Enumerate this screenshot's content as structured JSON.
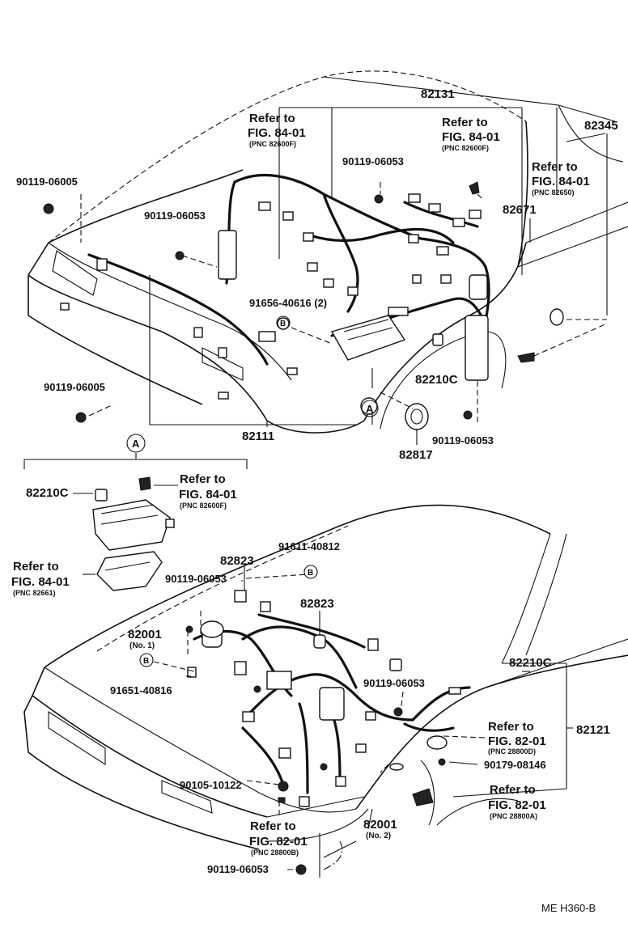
{
  "labels": {
    "p82131": "82131",
    "p82345": "82345",
    "p82671": "82671",
    "p82111": "82111",
    "p82817": "82817",
    "p82210c_a": "82210C",
    "p82210c_b": "82210C",
    "p82210c_c": "82210C",
    "p82823_a": "82823",
    "p82823_b": "82823",
    "p82121": "82121",
    "p90119_06005_a": "90119-06005",
    "p90119_06005_b": "90119-06005",
    "p90119_06053_a": "90119-06053",
    "p90119_06053_b": "90119-06053",
    "p90119_06053_c": "90119-06053",
    "p90119_06053_d": "90119-06053",
    "p90119_06053_e": "90119-06053",
    "p90119_06053_f": "90119-06053",
    "p91656_40616": "91656-40616 (2)",
    "p91611_40812": "91611-40812",
    "p91651_40816": "91651-40816",
    "p90105_10122": "90105-10122",
    "p90179_08146": "90179-08146",
    "p82001_a": "82001",
    "p82001_a_sub": "(No. 1)",
    "p82001_b": "82001",
    "p82001_b_sub": "(No. 2)",
    "circle_a": "A",
    "circle_b": "B",
    "refer_to": "Refer to",
    "ref1_fig": "FIG. 84-01",
    "ref1_pnc": "(PNC 82600F)",
    "ref2_fig": "FIG. 84-01",
    "ref2_pnc": "(PNC 82600F)",
    "ref3_fig": "FIG. 84-01",
    "ref3_pnc": "(PNC 82650)",
    "ref4_fig": "FIG. 84-01",
    "ref4_pnc": "(PNC 82600F)",
    "ref5_fig": "FIG. 84-01",
    "ref5_pnc": "(PNC 82661)",
    "ref6_fig": "FIG. 82-01",
    "ref6_pnc": "(PNC 28800D)",
    "ref7_fig": "FIG. 82-01",
    "ref7_pnc": "(PNC 28800A)",
    "ref8_fig": "FIG. 82-01",
    "ref8_pnc": "(PNC 28800B)",
    "code": "ME  H360-B"
  }
}
